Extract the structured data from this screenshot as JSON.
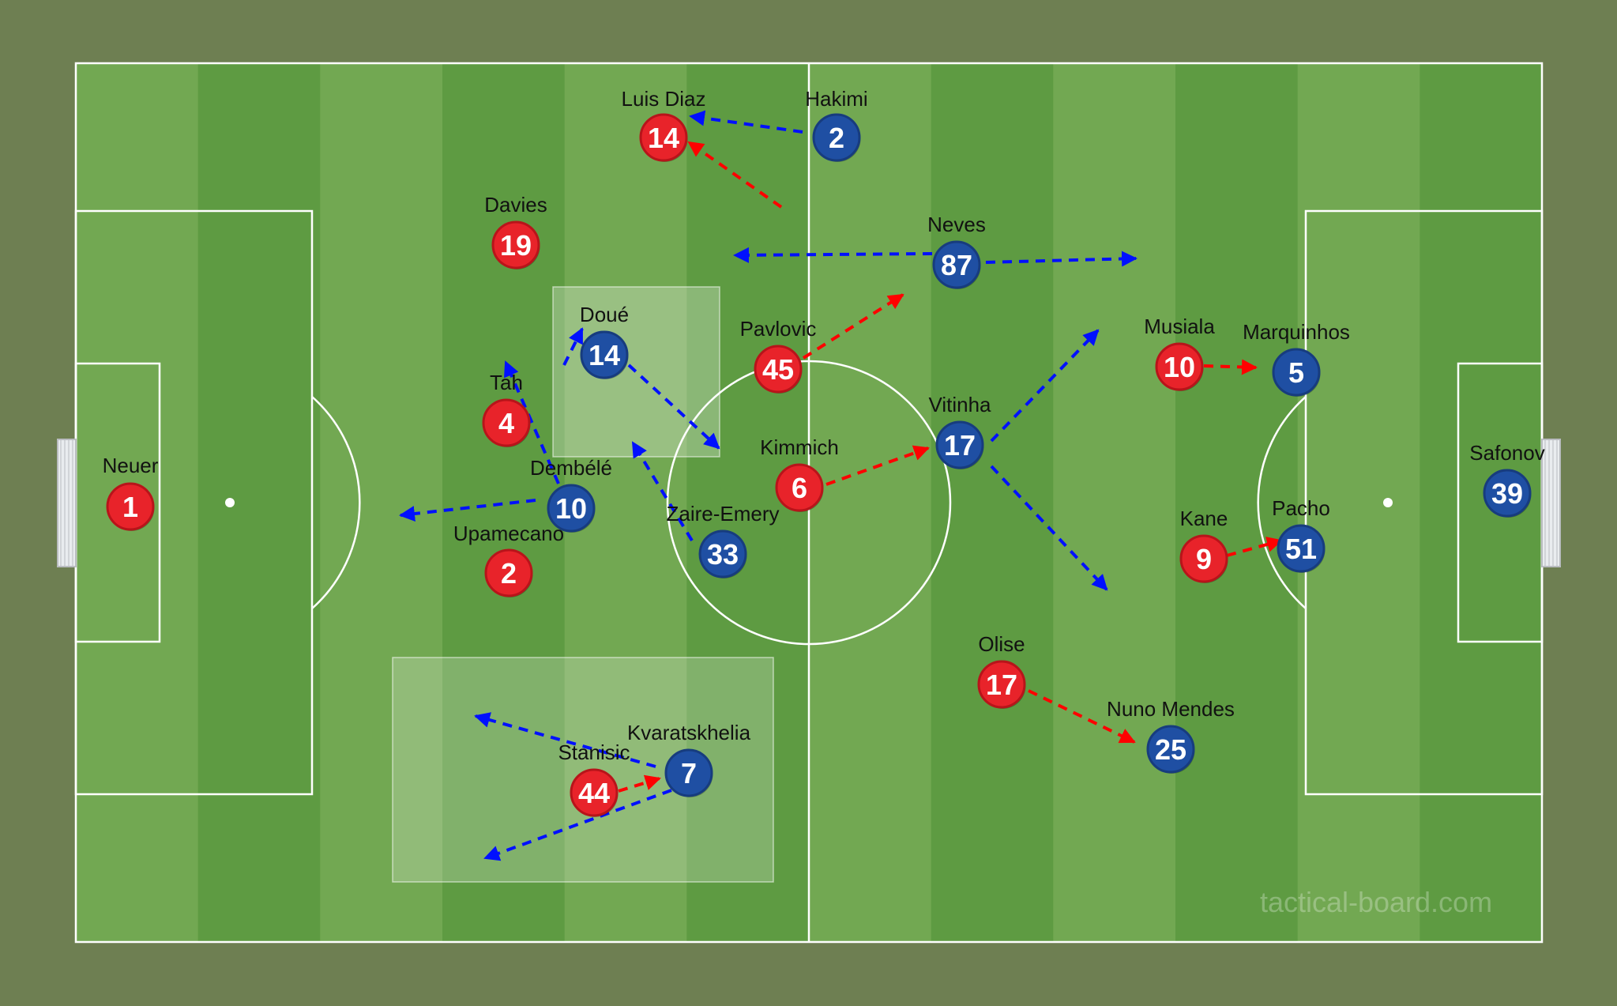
{
  "board": {
    "watermark": "tactical-board.com",
    "colors": {
      "background": "#6e7f52",
      "stripe_light": "#72a852",
      "stripe_dark": "#5e9b42",
      "lines": "#ffffff",
      "team_red": "#e8232a",
      "team_blue": "#1f4fa3",
      "arrow_red": "#ff0000",
      "arrow_blue": "#0010ff"
    }
  },
  "players": [
    {
      "id": "neuer",
      "team": "red",
      "name": "Neuer",
      "number": "1"
    },
    {
      "id": "luis-diaz",
      "team": "red",
      "name": "Luis Diaz",
      "number": "14"
    },
    {
      "id": "davies",
      "team": "red",
      "name": "Davies",
      "number": "19"
    },
    {
      "id": "tah",
      "team": "red",
      "name": "Tah",
      "number": "4"
    },
    {
      "id": "upamecano",
      "team": "red",
      "name": "Upamecano",
      "number": "2"
    },
    {
      "id": "pavlovic",
      "team": "red",
      "name": "Pavlovic",
      "number": "45"
    },
    {
      "id": "kimmich",
      "team": "red",
      "name": "Kimmich",
      "number": "6"
    },
    {
      "id": "stanisic",
      "team": "red",
      "name": "Stanisic",
      "number": "44"
    },
    {
      "id": "olise",
      "team": "red",
      "name": "Olise",
      "number": "17"
    },
    {
      "id": "musiala",
      "team": "red",
      "name": "Musiala",
      "number": "10"
    },
    {
      "id": "kane",
      "team": "red",
      "name": "Kane",
      "number": "9"
    },
    {
      "id": "hakimi",
      "team": "blue",
      "name": "Hakimi",
      "number": "2"
    },
    {
      "id": "neves",
      "team": "blue",
      "name": "Neves",
      "number": "87"
    },
    {
      "id": "doue",
      "team": "blue",
      "name": "Doué",
      "number": "14"
    },
    {
      "id": "dembele",
      "team": "blue",
      "name": "Dembélé",
      "number": "10"
    },
    {
      "id": "zaire-emery",
      "team": "blue",
      "name": "Zaire-Emery",
      "number": "33"
    },
    {
      "id": "kvaratskhelia",
      "team": "blue",
      "name": "Kvaratskhelia",
      "number": "7"
    },
    {
      "id": "vitinha",
      "team": "blue",
      "name": "Vitinha",
      "number": "17"
    },
    {
      "id": "marquinhos",
      "team": "blue",
      "name": "Marquinhos",
      "number": "5"
    },
    {
      "id": "pacho",
      "team": "blue",
      "name": "Pacho",
      "number": "51"
    },
    {
      "id": "nuno-mendes",
      "team": "blue",
      "name": "Nuno Mendes",
      "number": "25"
    },
    {
      "id": "safonov",
      "team": "blue",
      "name": "Safonov",
      "number": "39"
    }
  ]
}
